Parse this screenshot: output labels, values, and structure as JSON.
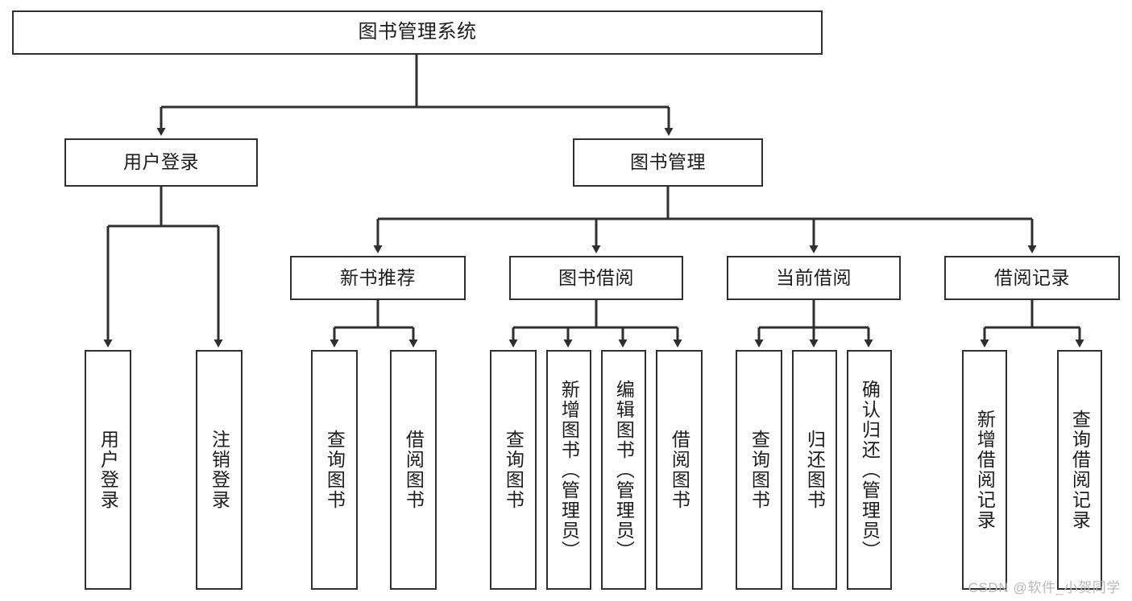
{
  "diagram": {
    "type": "tree-hierarchy",
    "title": "图书管理系统",
    "orientation": "top-down",
    "colors": {
      "line": "#2f2f2f",
      "box_border": "#2f2f2f",
      "box_fill": "#ffffff",
      "text": "#1c1c1c",
      "watermark": "#b9b9b9"
    }
  },
  "root": {
    "label": "图书管理系统"
  },
  "level2": [
    {
      "label": "用户登录"
    },
    {
      "label": "图书管理"
    }
  ],
  "level3": [
    {
      "label": "新书推荐"
    },
    {
      "label": "图书借阅"
    },
    {
      "label": "当前借阅"
    },
    {
      "label": "借阅记录"
    }
  ],
  "leaves": {
    "user_login": [
      {
        "label": "用户登录"
      },
      {
        "label": "注销登录"
      }
    ],
    "new_book": [
      {
        "label": "查询图书"
      },
      {
        "label": "借阅图书"
      }
    ],
    "book_borrow": [
      {
        "label": "查询图书"
      },
      {
        "label": "新增图书（管理员）"
      },
      {
        "label": "编辑图书（管理员）"
      },
      {
        "label": "借阅图书"
      }
    ],
    "current_borrow": [
      {
        "label": "查询图书"
      },
      {
        "label": "归还图书"
      },
      {
        "label": "确认归还（管理员）"
      }
    ],
    "borrow_record": [
      {
        "label": "新增借阅记录"
      },
      {
        "label": "查询借阅记录"
      }
    ]
  },
  "watermark": {
    "text": "CSDN @软件_小贺同学"
  }
}
